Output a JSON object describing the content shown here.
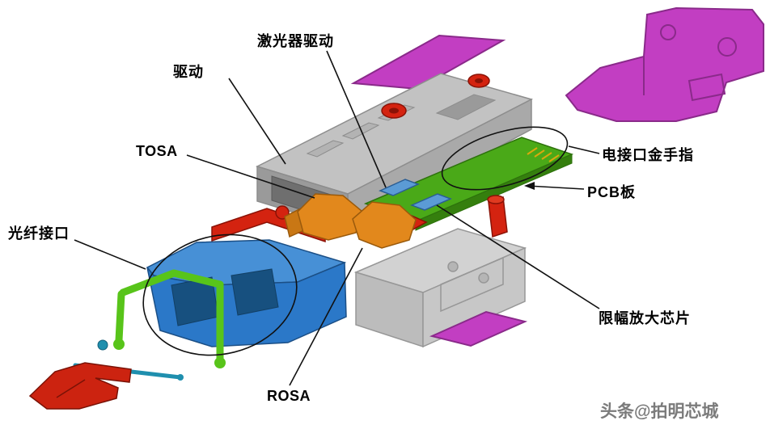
{
  "diagram": {
    "labels": {
      "laser_driver": "激光器驱动",
      "driver": "驱动",
      "tosa": "TOSA",
      "fiber_interface": "光纤接口",
      "gold_fingers": "电接口金手指",
      "pcb_board": "PCB板",
      "limiting_amplifier": "限幅放大芯片",
      "rosa": "ROSA"
    },
    "watermark": "头条@拍明芯城",
    "colors": {
      "housing_magenta": "#c23ec2",
      "cage_gray": "#c2c2c2",
      "pcb_green": "#4aa918",
      "chip_blue": "#5b9bd5",
      "osa_orange": "#e2881c",
      "receptacle_blue": "#2b78c8",
      "bail_green": "#58c41a",
      "accent_red": "#d42310",
      "rod_teal": "#1f8fae",
      "annotation_black": "#111111",
      "watermark_gray": "#7b7b7b"
    }
  }
}
